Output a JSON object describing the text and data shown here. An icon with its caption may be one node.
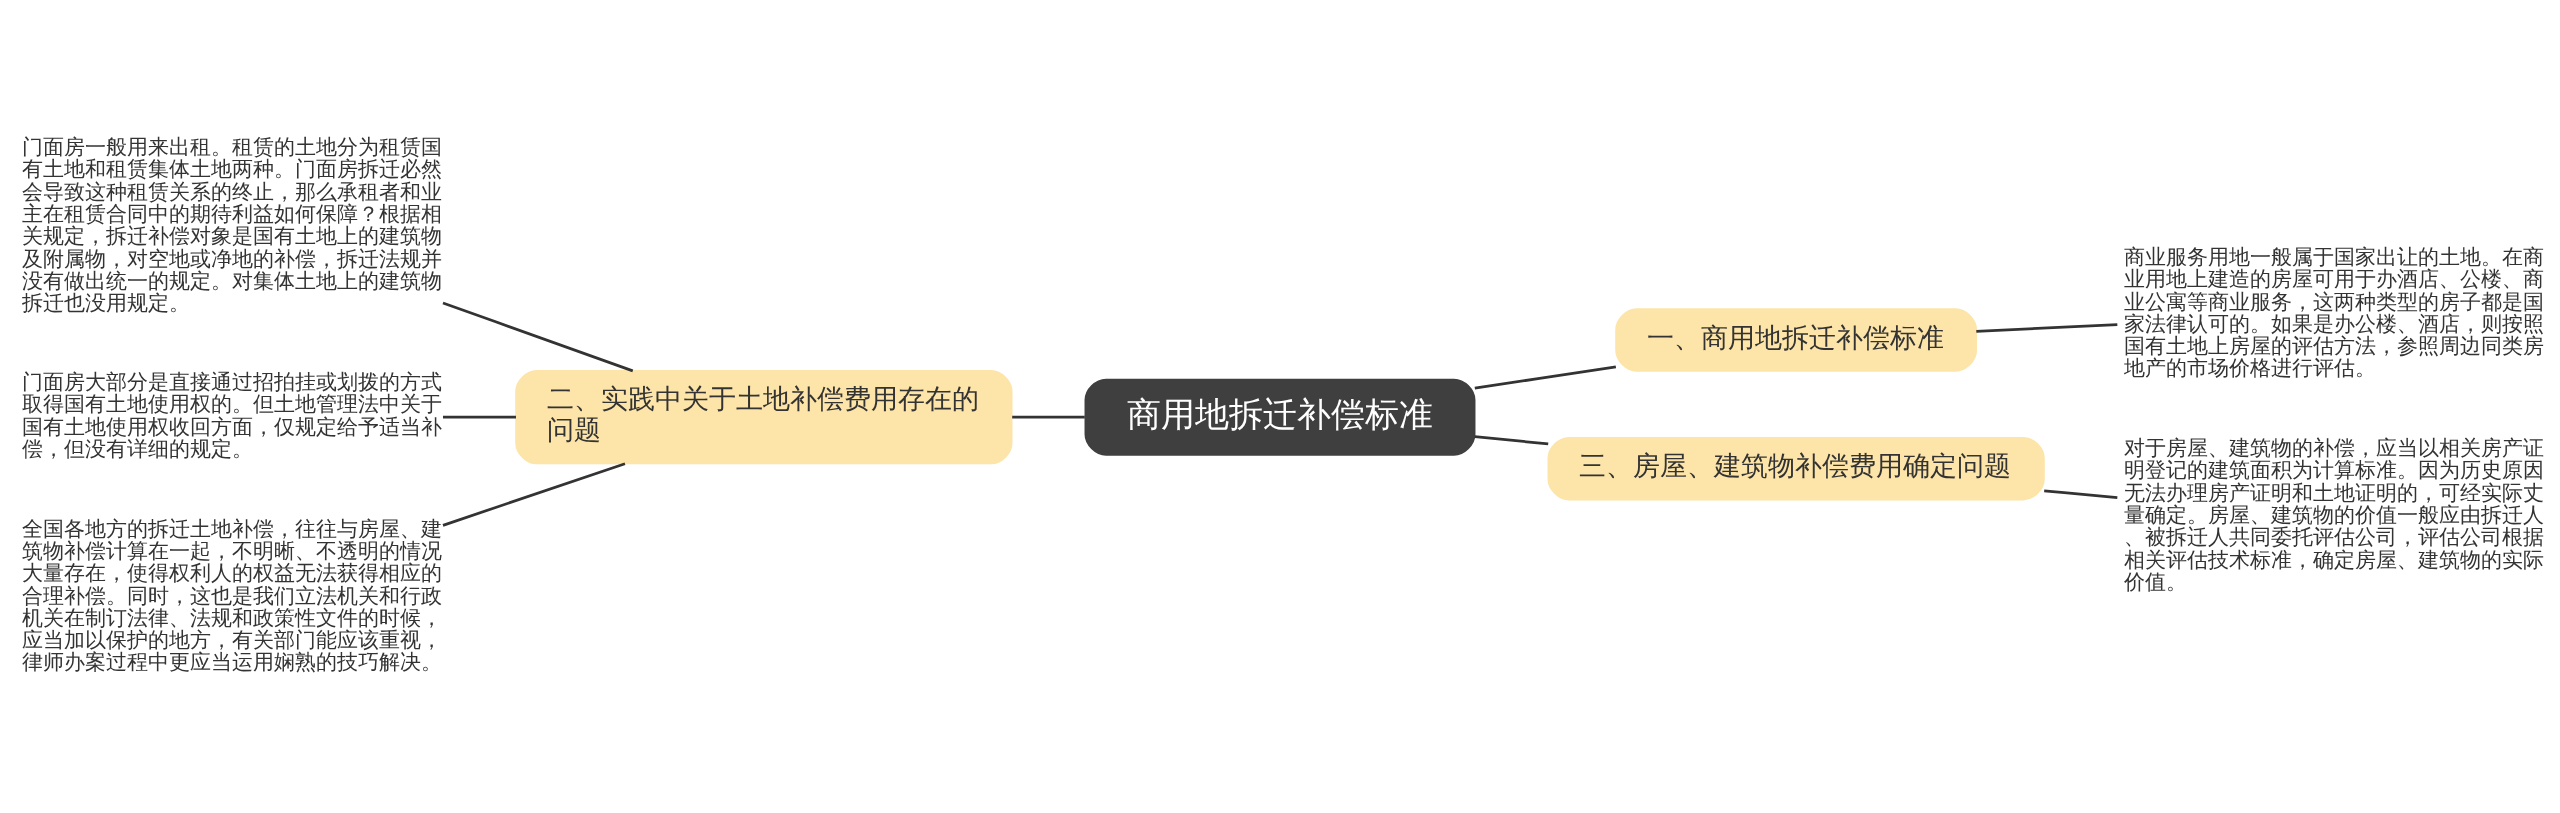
{
  "diagram": {
    "nodes": [
      {
        "text": [
          "商用地拆迁补偿标准"
        ]
      },
      {
        "text": [
          "一、商用地拆迁补偿标准"
        ]
      },
      {
        "text": [
          "商业服务用地一般属于国家出让的土地。在商业用地上建造的房屋可用于办酒店、公楼、商业公寓等商业服务，这两种类型的房子都是国家法律认可的。如果是办公楼、酒店，则按照国有土地上房屋的评估方法，参照周边同类房地产的市场价格进行评估。"
        ]
      },
      {
        "text": [
          "三、房屋、建筑物补偿费用确定问题"
        ]
      },
      {
        "text": [
          "对于房屋、建筑物的补偿，应当以相关房产证明登记的建筑面积为计算标准。因为历史原因无法办理房产证明和土地证明的，可经实际丈量确定。房屋、建筑物的价值一般应由拆迁人、被拆迁人共同委托评估公司，评估公司根据相关评估技术标准，确定房屋、建筑物的实际价值。"
        ]
      },
      {
        "text": [
          "二、实践中关于土地补偿费用存在的问题"
        ]
      },
      {
        "text": [
          "门面房一般用来出租。租赁的土地分为租赁国有土地和租赁集体土地两种。门面房拆迁必然会导致这种租赁关系的终止，那么承租者和业主在租赁合同中的期待利益如何保障？根据相关规定，拆迁补偿对象是国有土地上的建筑物及附属物，对空地或净地的补偿，拆迁法规并没有做出统一的规定。对集体土地上的建筑物拆迁也没用规定。"
        ]
      },
      {
        "text": [
          "门面房大部分是直接通过招拍挂或划拨的方式取得国有土地使用权的。但土地管理法中关于国有土地使用权收回方面，仅规定给予适当补偿，但没有详细的规定。"
        ]
      },
      {
        "text": [
          "全国各地方的拆迁土地补偿，往往与房屋、建筑物补偿计算在一起，不明晰、不透明的情况大量存在，使得权利人的权益无法获得相应的合理补偿。同时，这也是我们立法机关和行政机关在制订法律、法规和政策性文件的时候，应当加以保护的地方，有关部门能应该重视，律师办案过程中更应当运用娴熟的技巧解决。"
        ]
      }
    ],
    "edges": [
      {
        "from": 0,
        "to": 1,
        "arrow": "none"
      },
      {
        "from": 1,
        "to": 2,
        "arrow": "none"
      },
      {
        "from": 0,
        "to": 3,
        "arrow": "none"
      },
      {
        "from": 3,
        "to": 4,
        "arrow": "none"
      },
      {
        "from": 0,
        "to": 5,
        "arrow": "none"
      },
      {
        "from": 5,
        "to": 6,
        "arrow": "none"
      },
      {
        "from": 5,
        "to": 7,
        "arrow": "none"
      },
      {
        "from": 5,
        "to": 8,
        "arrow": "none"
      }
    ]
  }
}
